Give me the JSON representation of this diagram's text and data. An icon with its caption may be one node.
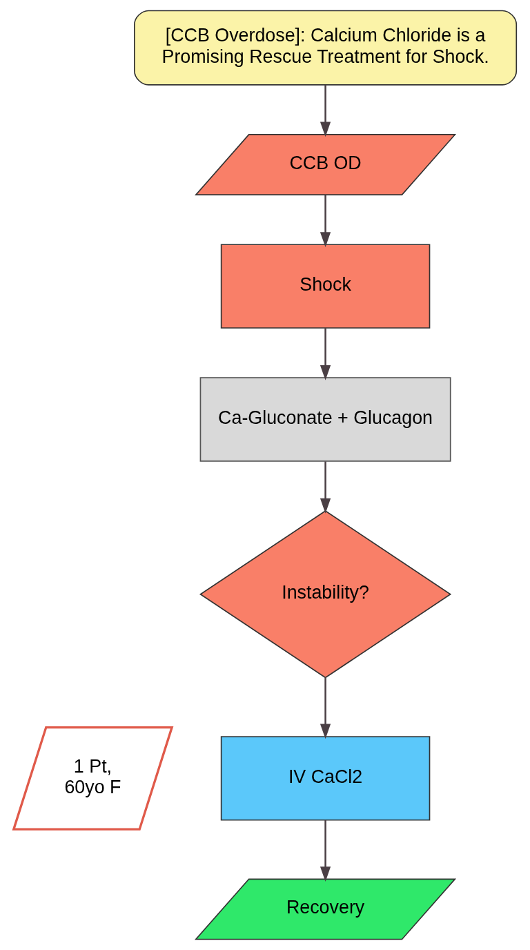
{
  "diagram": {
    "nodes": [
      {
        "text": [
          "[CCB Overdose]: Calcium Chloride is a Promising Rescue Treatment for Shock."
        ]
      },
      {
        "text": [
          "CCB OD"
        ]
      },
      {
        "text": [
          "Shock"
        ]
      },
      {
        "text": [
          "Ca-Gluconate + Glucagon"
        ]
      },
      {
        "text": [
          "Instability?"
        ]
      },
      {
        "text": [
          "1 Pt, 60yo F"
        ]
      },
      {
        "text": [
          "IV CaCl2"
        ]
      },
      {
        "text": [
          "Recovery"
        ]
      }
    ],
    "edges": [
      {
        "from": 0,
        "to": 1,
        "arrow": "to"
      },
      {
        "from": 1,
        "to": 2,
        "arrow": "to"
      },
      {
        "from": 2,
        "to": 3,
        "arrow": "to"
      },
      {
        "from": 3,
        "to": 4,
        "arrow": "to"
      },
      {
        "from": 4,
        "to": 6,
        "arrow": "to"
      },
      {
        "from": 6,
        "to": 7,
        "arrow": "to"
      }
    ]
  }
}
